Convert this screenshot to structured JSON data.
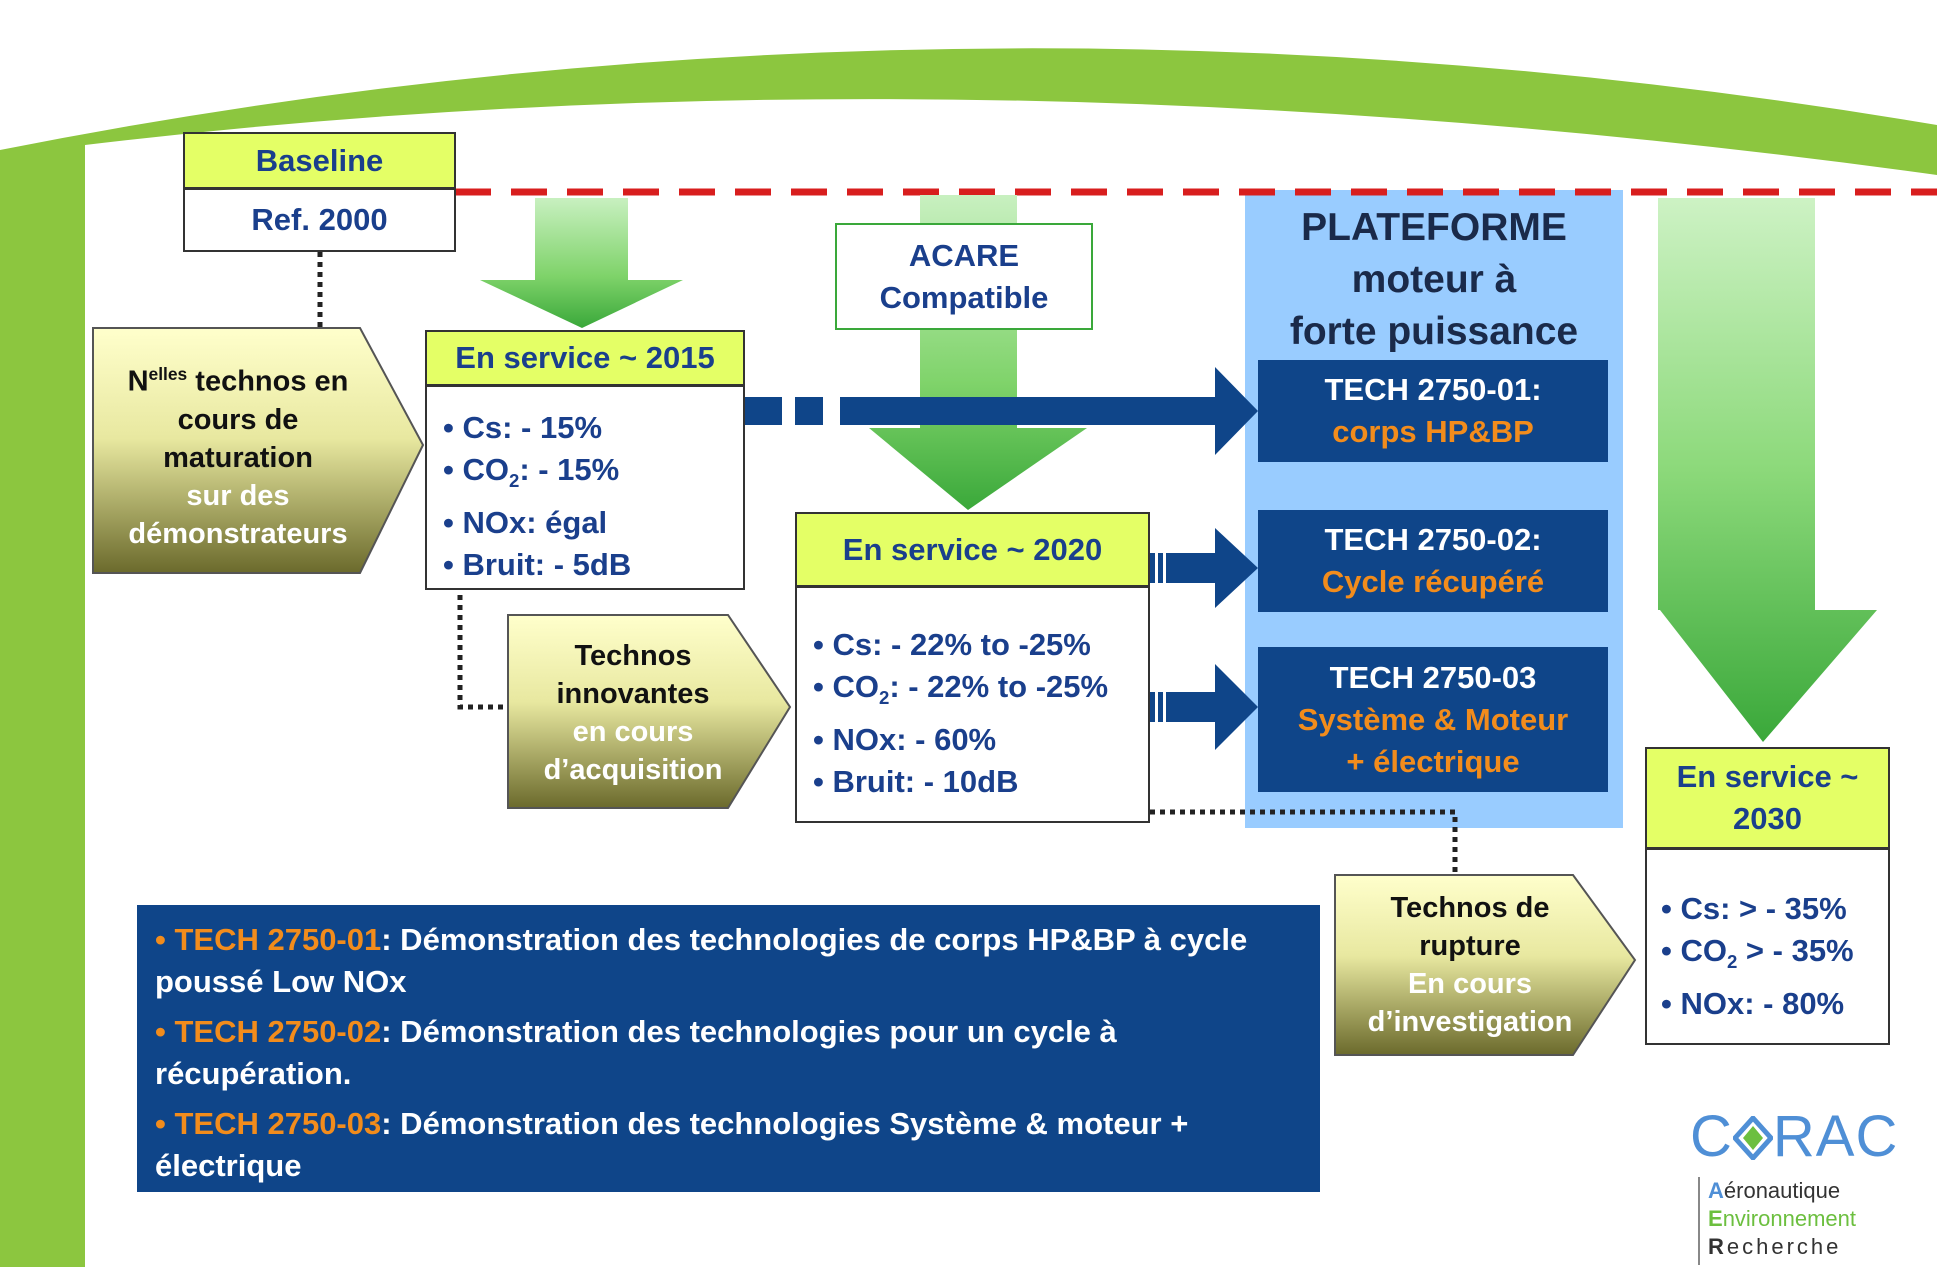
{
  "baseline": {
    "title": "Baseline",
    "ref": "Ref. 2000"
  },
  "acare": {
    "line1": "ACARE",
    "line2": "Compatible"
  },
  "plateforme": {
    "line1": "PLATEFORME",
    "line2": "moteur à",
    "line3": "forte puissance"
  },
  "service_2015": {
    "title": "En service ~ 2015",
    "items": [
      "• Cs: - 15%",
      "• CO",
      "2",
      ": - 15%",
      "• NOx: égal",
      "• Bruit: - 5dB"
    ]
  },
  "service_2020": {
    "title": "En service ~ 2020",
    "items": [
      "• Cs:  - 22% to -25%",
      "• CO",
      "2",
      ": - 22% to -25%",
      "• NOx: - 60%",
      "• Bruit: - 10dB"
    ]
  },
  "service_2030": {
    "title_line1": "En service ~",
    "title_line2": "2030",
    "items": [
      "• Cs: > - 35%",
      "• CO",
      "2",
      " > - 35%",
      "• NOx:   - 80%"
    ]
  },
  "techs": [
    {
      "code": "TECH 2750-01:",
      "name": "corps HP&BP"
    },
    {
      "code": "TECH 2750-02:",
      "name": "Cycle récupéré"
    },
    {
      "code": "TECH 2750-03",
      "name_line1": "Système & Moteur",
      "name_line2": "+ électrique"
    }
  ],
  "pentagons": {
    "p1": {
      "line1_pre": "N",
      "line1_sup": "elles",
      "line1_post": " technos en",
      "line2": "cours de",
      "line3": "maturation",
      "sub1": "sur des",
      "sub2": "démonstrateurs"
    },
    "p2": {
      "line1": "Technos",
      "line2": "innovantes",
      "sub1": "en cours",
      "sub2": "d’acquisition"
    },
    "p3": {
      "line1": "Technos de",
      "line2": "rupture",
      "sub1": "En cours",
      "sub2": "d’investigation"
    }
  },
  "legend": [
    {
      "bullet": "• ",
      "code": "TECH 2750-01",
      "text": ": Démonstration des technologies  de corps HP&BP à cycle poussé Low NOx"
    },
    {
      "bullet": "• ",
      "code": "TECH 2750-02",
      "text": ": Démonstration des technologies pour un cycle à récupération."
    },
    {
      "bullet": "• ",
      "code": "TECH 2750-03",
      "text": ": Démonstration des technologies Système & moteur + électrique"
    }
  ],
  "logo": {
    "name_pre": "C",
    "name_post": "RAC",
    "line1_initial": "A",
    "line1_rest": "éronautique",
    "line2_initial": "E",
    "line2_rest": "nvironnement",
    "line3_initial": "R",
    "line3_rest": "echerche"
  },
  "colors": {
    "lime_box": "#e4ff66",
    "navy_text": "#1a3f8c",
    "orange_text": "#f28c1c",
    "tech_box": "#0f4589",
    "plateforme_bg": "#99ccff",
    "green_band": "#8cc63f",
    "dashed_line": "#d81e1e"
  }
}
